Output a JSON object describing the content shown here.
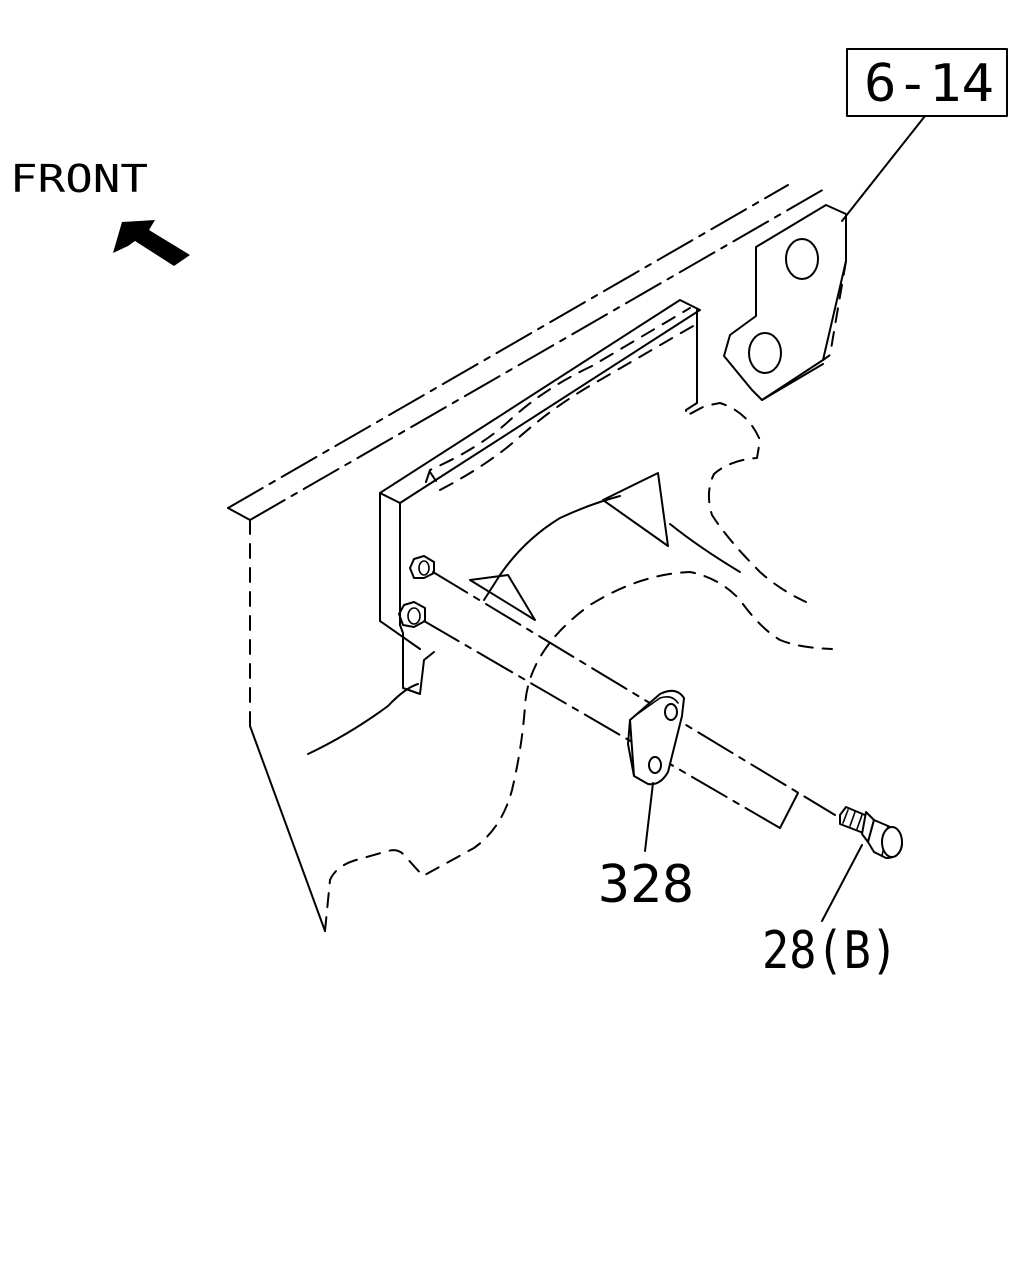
{
  "direction_label": "FRONT",
  "reference_box": "6-14",
  "callouts": {
    "gasket": "328",
    "bolt": "28(B)"
  },
  "icons": {
    "front_arrow": "front-arrow-icon"
  },
  "colors": {
    "line": "#000000",
    "background": "#ffffff"
  }
}
